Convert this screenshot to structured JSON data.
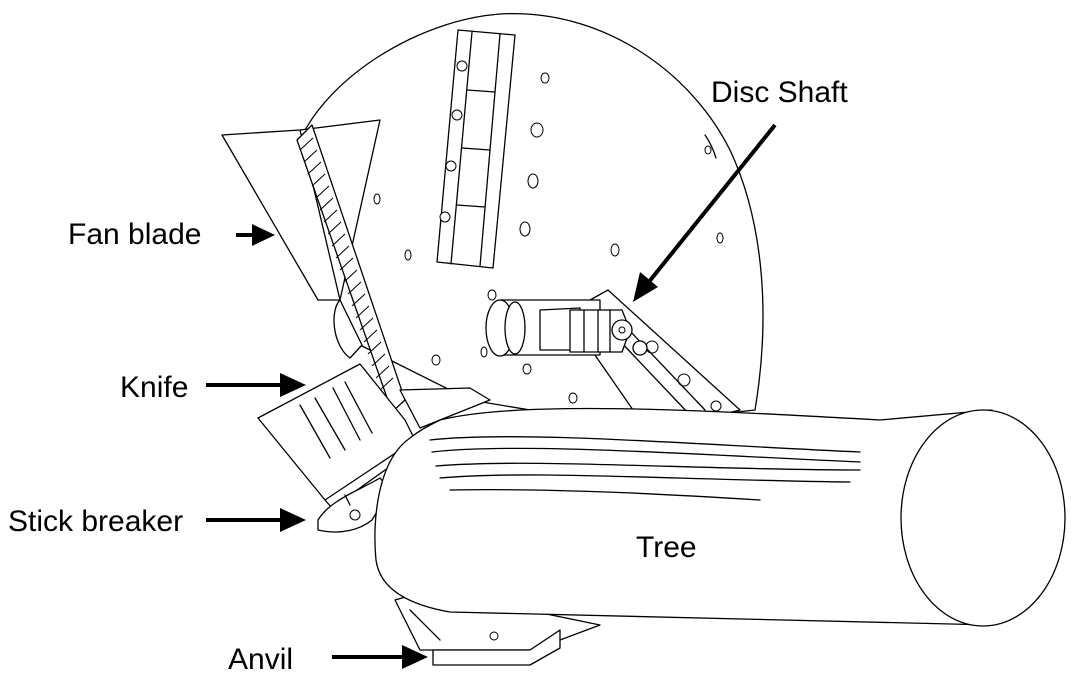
{
  "labels": {
    "disc_shaft": "Disc Shaft",
    "fan_blade": "Fan blade",
    "knife": "Knife",
    "stick_breaker": "Stick breaker",
    "tree": "Tree",
    "anvil": "Anvil"
  },
  "colors": {
    "line": "#000000",
    "background": "#ffffff"
  }
}
